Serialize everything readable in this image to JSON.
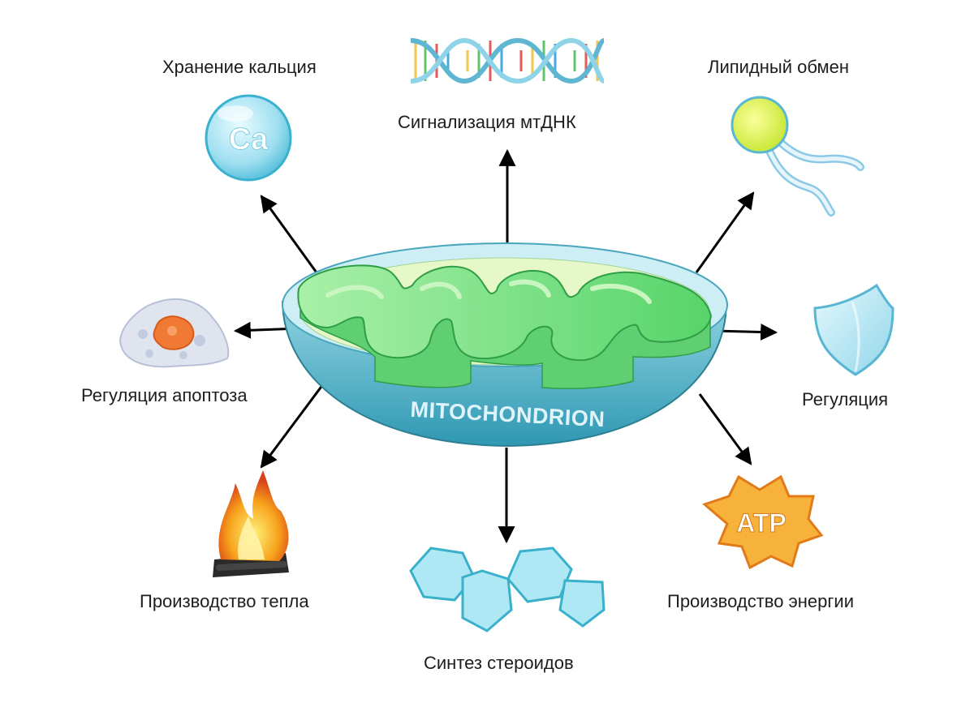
{
  "center": {
    "label": "MITOCHONDRION"
  },
  "functions": [
    {
      "key": "calcium",
      "label": "Хранение кальция",
      "icon": "calcium-sphere-icon"
    },
    {
      "key": "mtdna",
      "label": "Сигнализация  мтДНК",
      "icon": "dna-helix-icon"
    },
    {
      "key": "lipid",
      "label": "Липидный обмен",
      "icon": "phospholipid-icon"
    },
    {
      "key": "apoptosis",
      "label": "Регуляция апоптоза",
      "icon": "cell-icon"
    },
    {
      "key": "regulation",
      "label": "Регуляция",
      "icon": "shield-icon"
    },
    {
      "key": "heat",
      "label": "Производство тепла",
      "icon": "fire-icon"
    },
    {
      "key": "steroids",
      "label": "Синтез стероидов",
      "icon": "steroid-rings-icon"
    },
    {
      "key": "energy",
      "label": "Производство энергии",
      "icon": "atp-star-icon"
    }
  ],
  "icons": {
    "calcium_text": "Ca",
    "atp_text": "ATP"
  },
  "colors": {
    "membrane_outer": "#5fb8c9",
    "matrix_green": "#7ee08a",
    "cristae_light": "#c8f5c0",
    "arrow": "#000000"
  }
}
